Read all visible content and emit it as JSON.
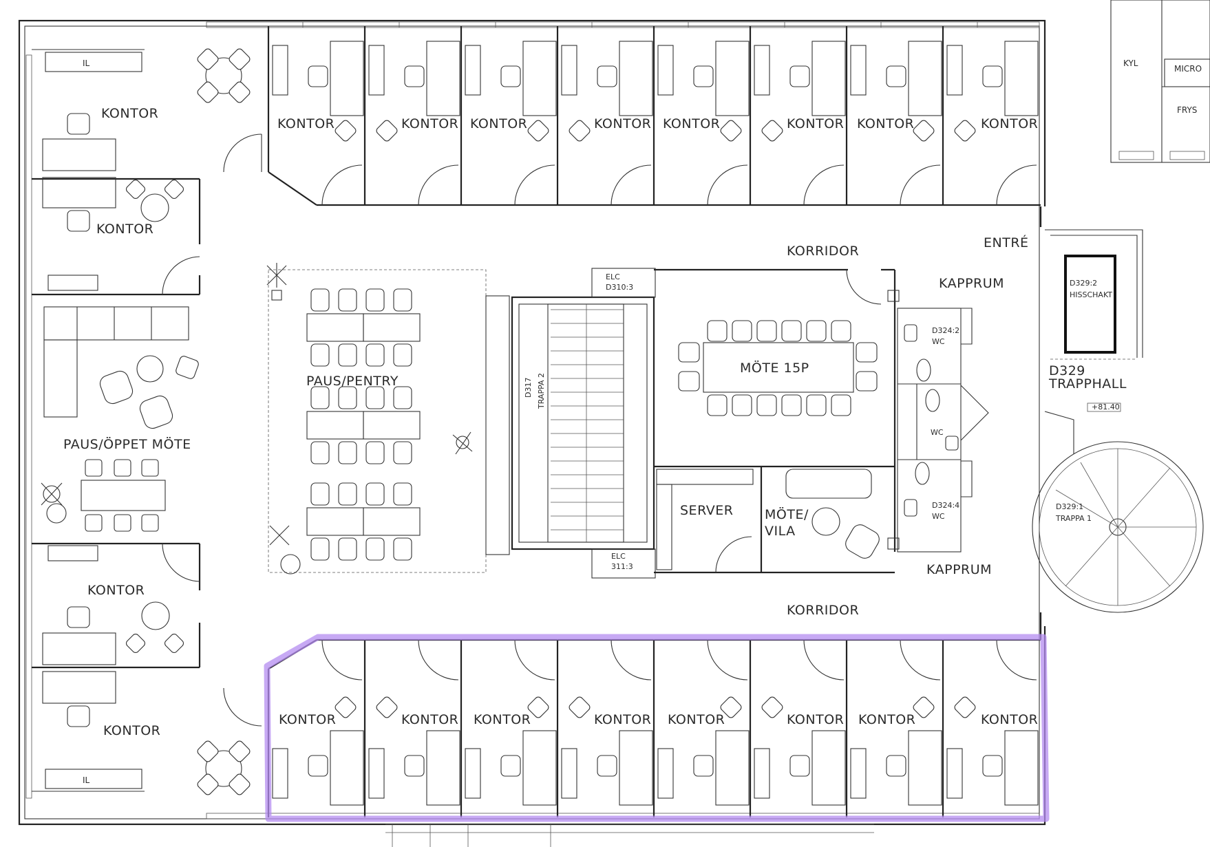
{
  "labels": {
    "kontor": "KONTOR",
    "paus_pentry": "PAUS/PENTRY",
    "paus_oppet_mote": "PAUS/ÖPPET MÖTE",
    "korridor": "KORRIDOR",
    "entre": "ENTRÉ",
    "kapprum": "KAPPRUM",
    "mote_15p": "MÖTE 15P",
    "server": "SERVER",
    "mote_vila_1": "MÖTE/",
    "mote_vila_2": "VILA",
    "il": "IL",
    "wc": "WC",
    "elc_1": "ELC",
    "elc_1_code": "D310:3",
    "elc_2": "ELC",
    "elc_2_code": "311:3",
    "d317": "D317",
    "trappa2": "TRAPPA 2",
    "d324_2": "D324:2",
    "d324_4": "D324:4",
    "d329_2": "D329:2",
    "hisschakt": "HISSCHAKT",
    "d329": "D329",
    "trapphall": "TRAPPHALL",
    "level": "+81.40",
    "d329_1": "D329:1",
    "trappa1": "TRAPPA 1",
    "kyl": "KYL",
    "micro": "MICRO",
    "frys": "FRYS"
  },
  "highlight": {
    "color": "#b48cf0",
    "note_target": "bottom-office-row"
  },
  "colors": {
    "line": "#222222",
    "paper": "#ffffff"
  }
}
